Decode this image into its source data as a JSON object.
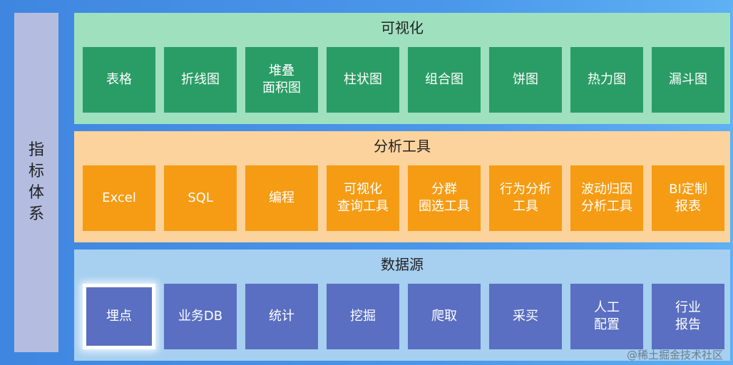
{
  "side_label": "指标体系",
  "visualization": {
    "title": "可视化",
    "items": [
      {
        "line1": "表格",
        "line2": ""
      },
      {
        "line1": "折线图",
        "line2": ""
      },
      {
        "line1": "堆叠",
        "line2": "面积图"
      },
      {
        "line1": "柱状图",
        "line2": ""
      },
      {
        "line1": "组合图",
        "line2": ""
      },
      {
        "line1": "饼图",
        "line2": ""
      },
      {
        "line1": "热力图",
        "line2": ""
      },
      {
        "line1": "漏斗图",
        "line2": ""
      }
    ]
  },
  "tools": {
    "title": "分析工具",
    "items": [
      {
        "line1": "Excel",
        "line2": ""
      },
      {
        "line1": "SQL",
        "line2": ""
      },
      {
        "line1": "编程",
        "line2": ""
      },
      {
        "line1": "可视化",
        "line2": "查询工具"
      },
      {
        "line1": "分群",
        "line2": "圈选工具"
      },
      {
        "line1": "行为分析",
        "line2": "工具"
      },
      {
        "line1": "波动归因",
        "line2": "分析工具"
      },
      {
        "line1": "BI定制",
        "line2": "报表"
      }
    ]
  },
  "sources": {
    "title": "数据源",
    "items": [
      {
        "line1": "埋点",
        "line2": ""
      },
      {
        "line1": "业务DB",
        "line2": ""
      },
      {
        "line1": "统计",
        "line2": ""
      },
      {
        "line1": "挖掘",
        "line2": ""
      },
      {
        "line1": "爬取",
        "line2": ""
      },
      {
        "line1": "采买",
        "line2": ""
      },
      {
        "line1": "人工",
        "line2": "配置"
      },
      {
        "line1": "行业",
        "line2": "报告"
      }
    ]
  },
  "watermark": "@稀土掘金技术社区"
}
